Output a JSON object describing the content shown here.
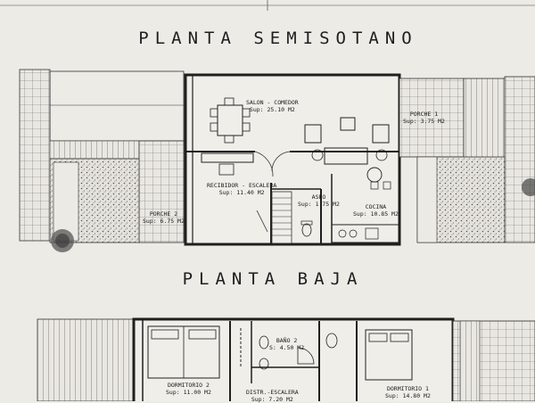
{
  "titles": {
    "semisotano": "PLANTA SEMISOTANO",
    "baja": "PLANTA BAJA"
  },
  "rooms_semisotano": {
    "salon": {
      "name": "SALON - COMEDOR",
      "area": "Sup: 25.10 M2"
    },
    "porche1": {
      "name": "PORCHE 1",
      "area": "Sup: 3.75 M2"
    },
    "recibidor": {
      "name": "RECIBIDOR - ESCALERA",
      "area": "Sup: 11.40 M2"
    },
    "aseo": {
      "name": "ASEO",
      "area": "Sup: 1.75 M2"
    },
    "cocina": {
      "name": "COCINA",
      "area": "Sup: 10.85 M2"
    },
    "porche2": {
      "name": "PORCHE 2",
      "area": "Sup: 6.75 M2"
    }
  },
  "rooms_baja": {
    "bano2": {
      "name": "BAÑO 2",
      "area": "S: 4.50 M2"
    },
    "dormitorio2": {
      "name": "DORMITORIO 2",
      "area": "Sup: 11.00 M2"
    },
    "distr": {
      "name": "DISTR.-ESCALERA",
      "area": "Sup: 7.20 M2"
    },
    "dormitorio1": {
      "name": "DORMITORIO 1",
      "area": "Sup: 14.80 M2"
    }
  }
}
